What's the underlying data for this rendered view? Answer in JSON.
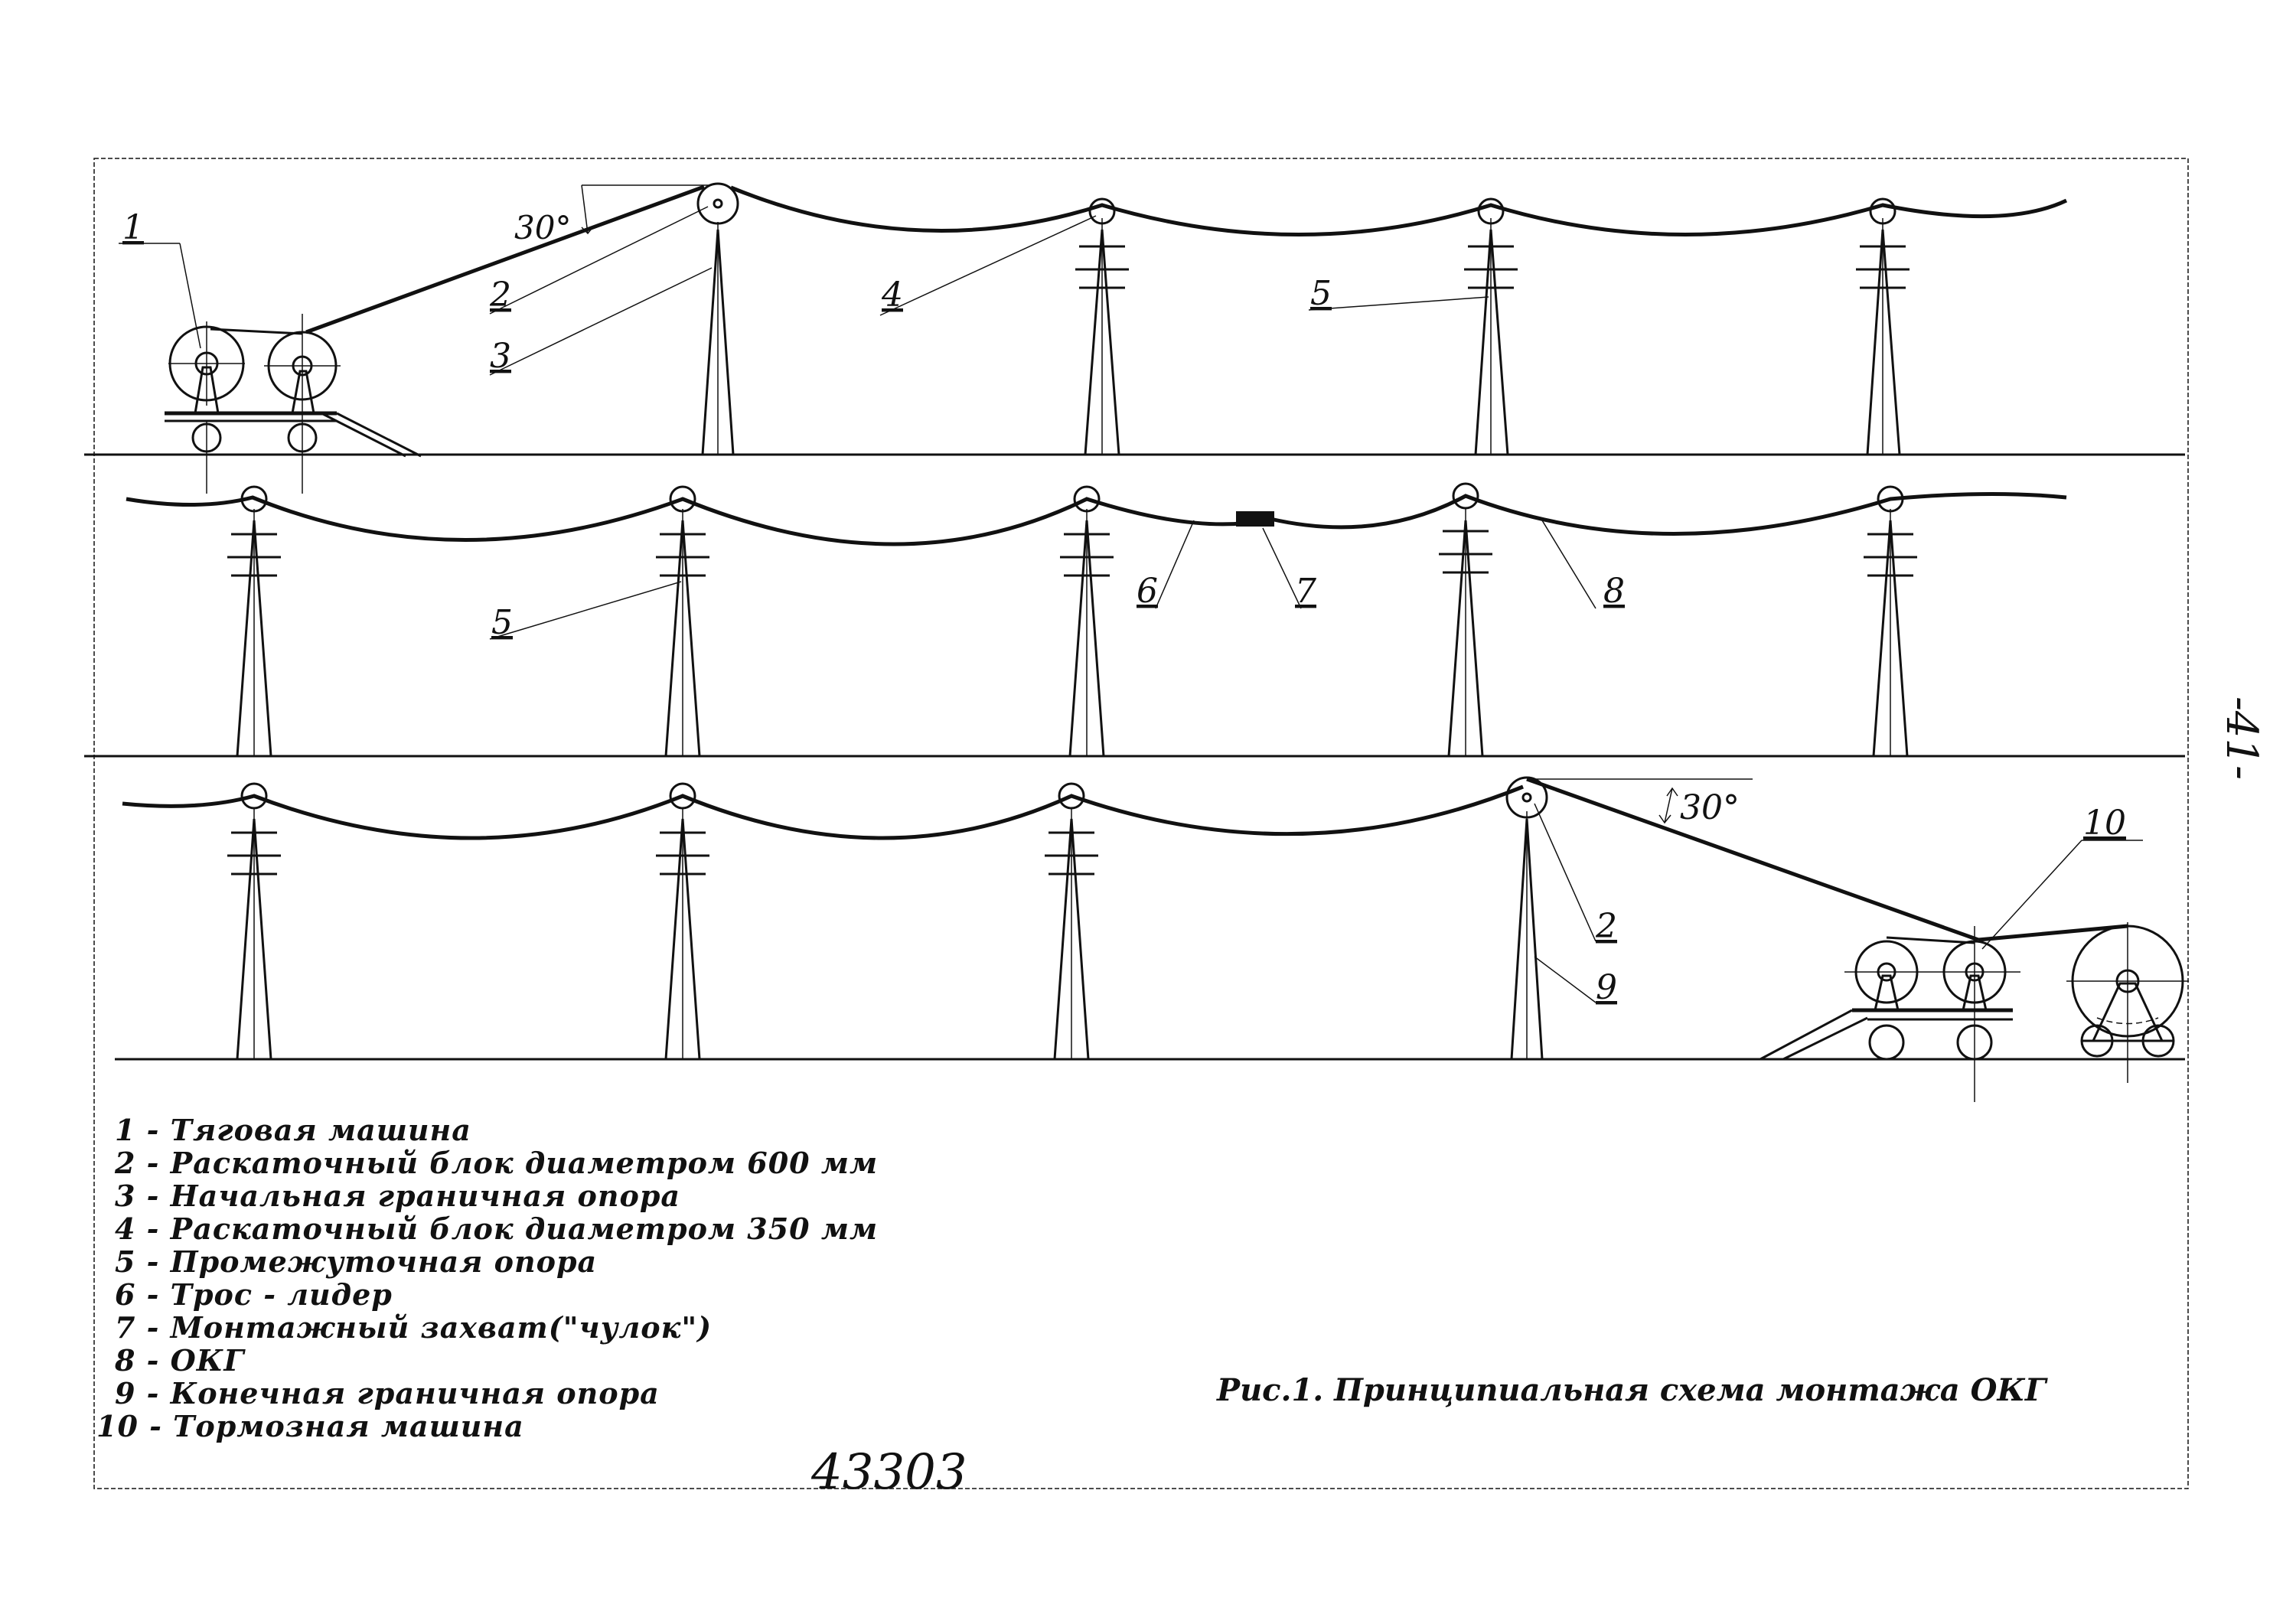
{
  "labels": {
    "l1": "1",
    "l2": "2",
    "l3": "3",
    "l4": "4",
    "l5a": "5",
    "l5b": "5",
    "l6": "6",
    "l7": "7",
    "l8": "8",
    "l10": "10",
    "l2b": "2",
    "l9": "9",
    "angle_top": "30°",
    "angle_bottom": "30°"
  },
  "legend": [
    "1 - Тяговая машина",
    "2 - Раскаточный блок диаметром 600 мм",
    "3 - Начальная граничная опора",
    "4 - Раскаточный блок диаметром 350 мм",
    "5 - Промежуточная опора",
    "6 - Трос - лидер",
    "7 - Монтажный захват(\"чулок\")",
    "8 - ОКГ",
    "9 - Конечная граничная опора",
    "10 - Тормозная машина"
  ],
  "caption": "Рис.1. Принципиальная схема монтажа ОКГ",
  "handwritten_number": "43303",
  "page_number": "-41-"
}
